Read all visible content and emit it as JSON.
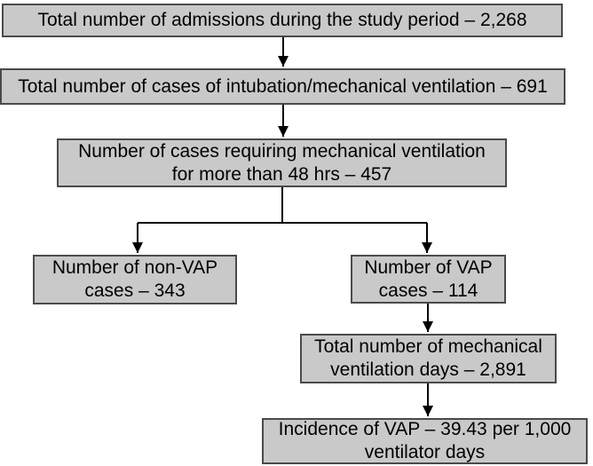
{
  "theme": {
    "background": "#ffffff",
    "node-fill": "#c9c9c9",
    "node-border": "#4a4a4a",
    "connector": "#000000",
    "text": "#000000"
  },
  "nodes": {
    "admissions": "Total number of admissions during the study period – 2,268",
    "intubation": "Total number of cases of intubation/mechanical ventilation – 691",
    "mv_over_48hrs": "Number of cases requiring mechanical ventilation\nfor more than 48 hrs – 457",
    "non_vap": "Number of non-VAP\ncases – 343",
    "vap": "Number of VAP\ncases – 114",
    "mv_days": "Total number of mechanical\nventilation days – 2,891",
    "vap_incidence": "Incidence of VAP – 39.43 per 1,000\nventilator days"
  }
}
